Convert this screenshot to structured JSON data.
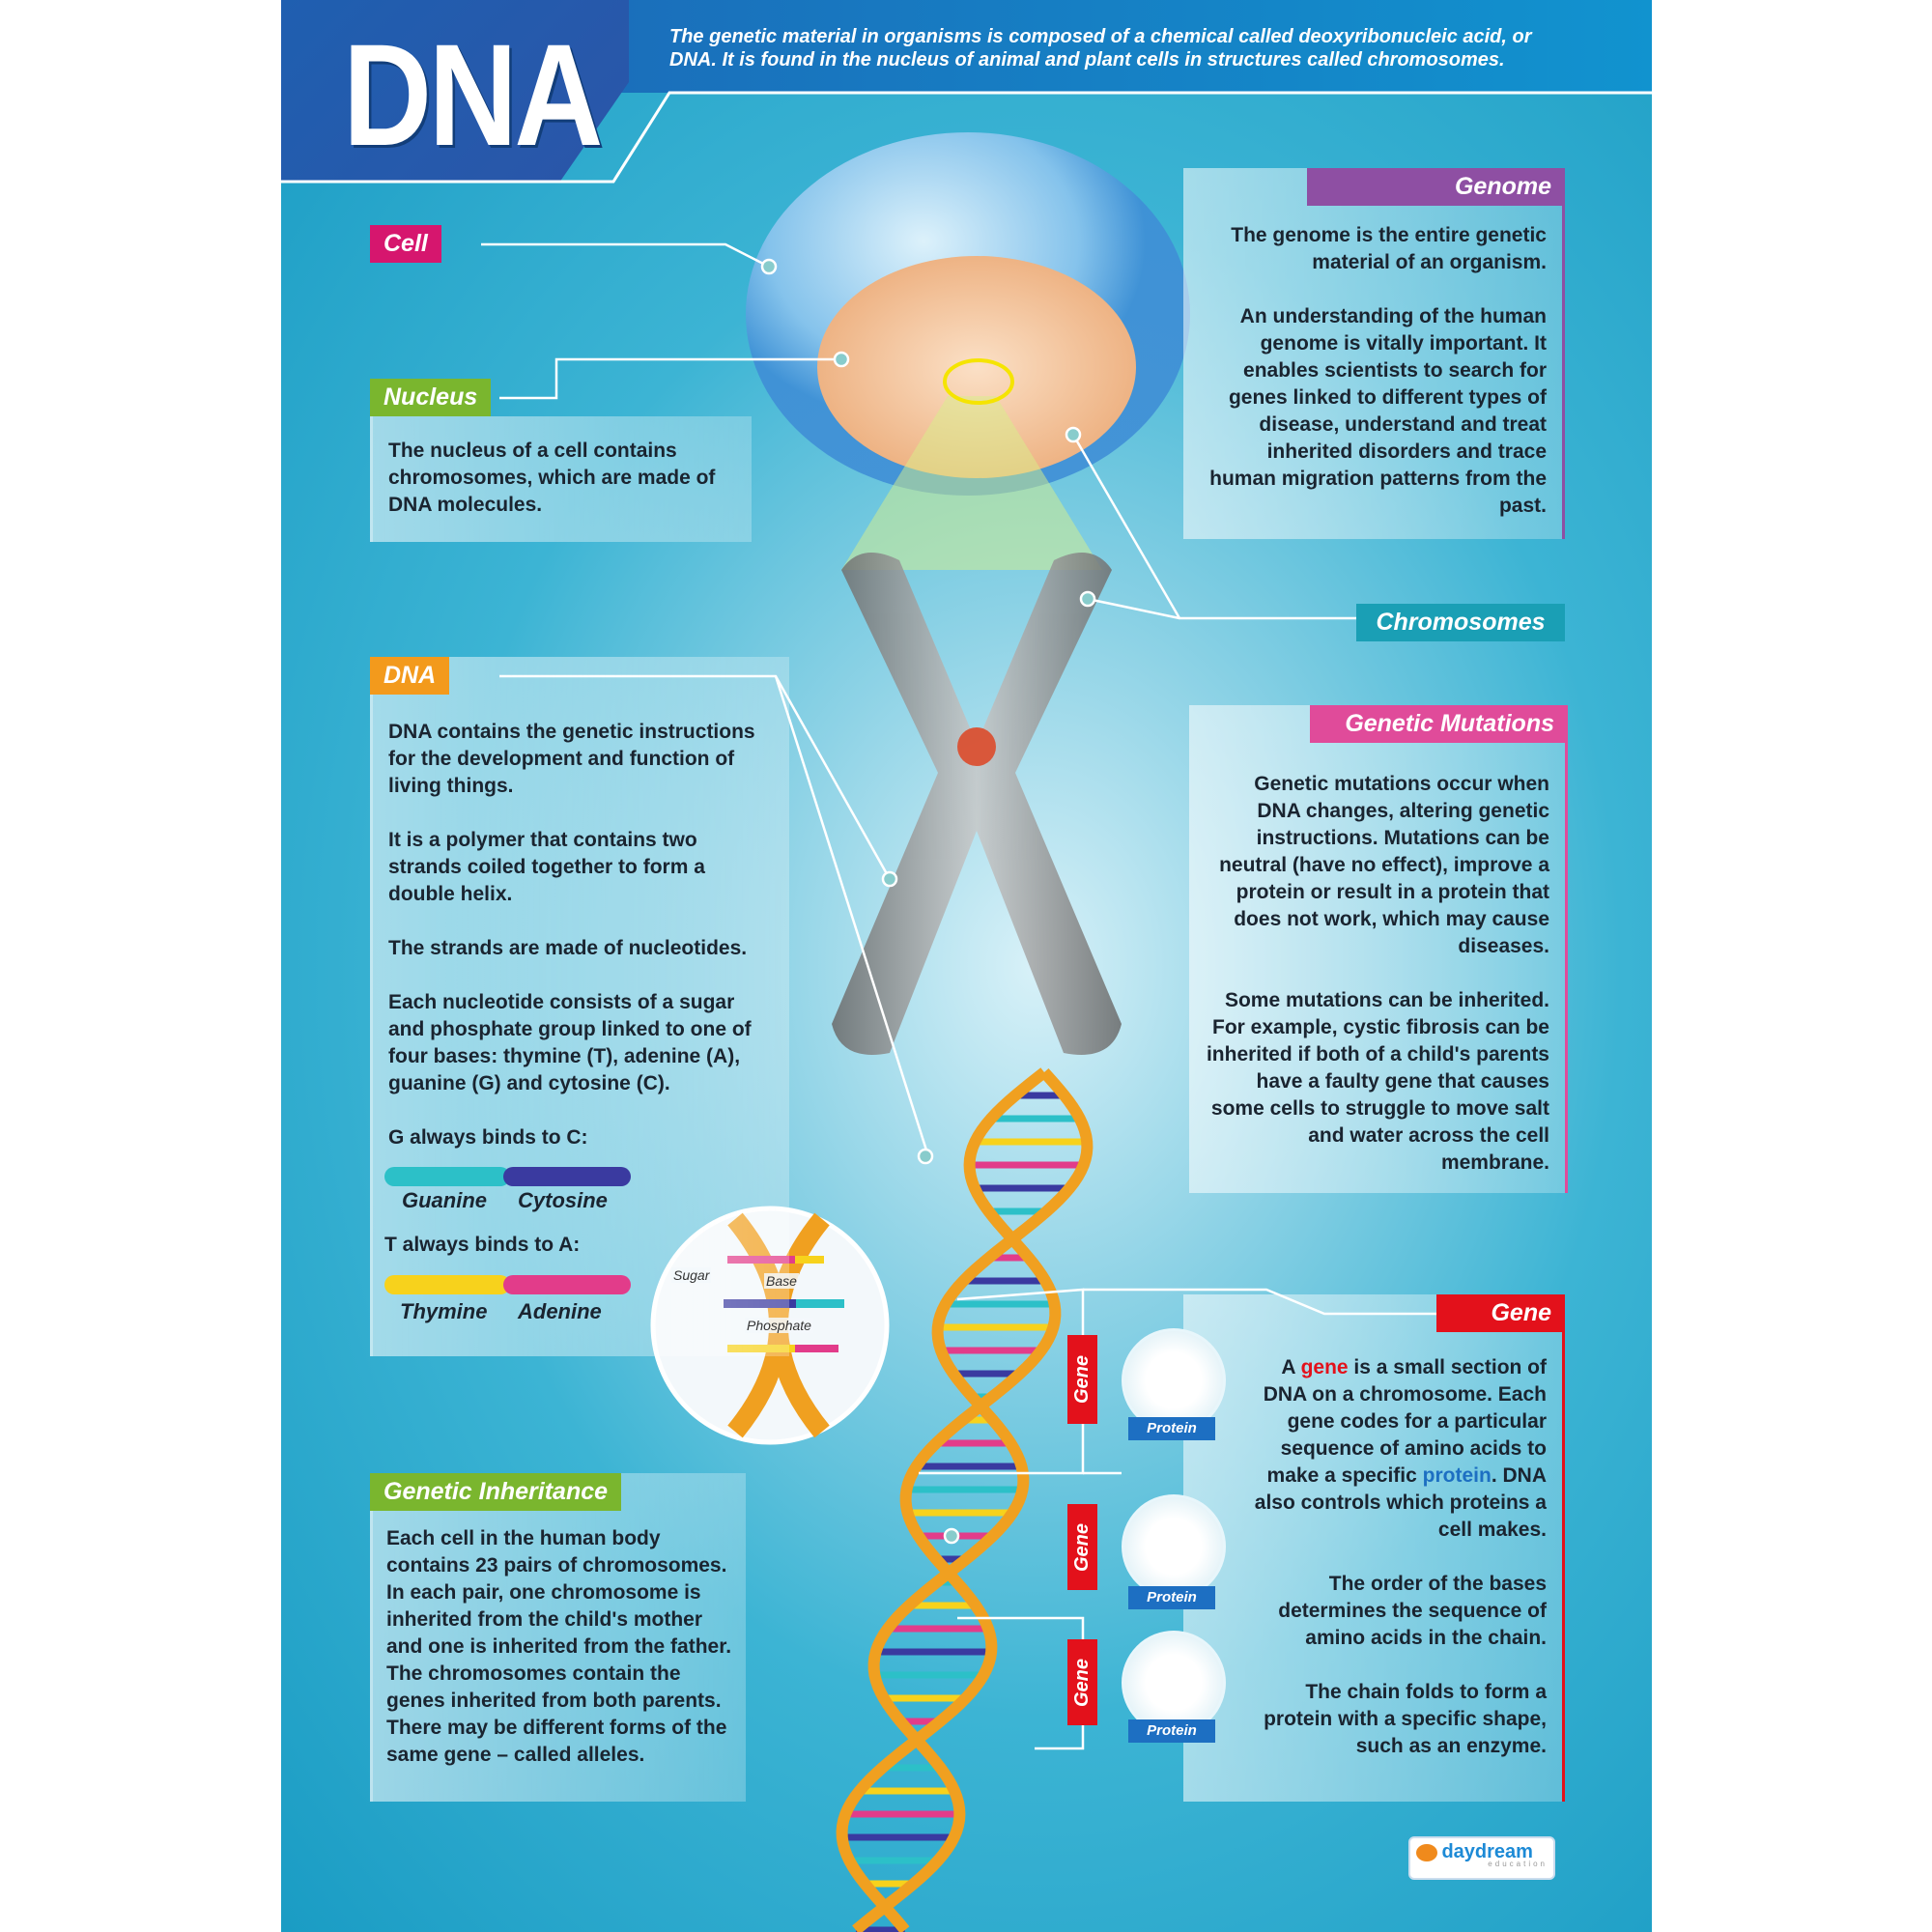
{
  "header": {
    "title": "DNA",
    "intro": "The genetic material in organisms is composed of a chemical called deoxyribonucleic acid, or DNA. It is found in the nucleus of animal and plant cells in structures called chromosomes."
  },
  "labels": {
    "cell": "Cell",
    "nucleus": "Nucleus",
    "genome": "Genome",
    "chromosomes": "Chromosomes",
    "dna": "DNA",
    "mutations": "Genetic Mutations",
    "gene": "Gene",
    "inheritance": "Genetic Inheritance"
  },
  "nucleus": {
    "text": "The nucleus of a cell contains chromosomes, which are made of DNA molecules."
  },
  "genome": {
    "p1": "The genome is the entire genetic material of an organism.",
    "p2": "An understanding of the human genome is vitally important. It enables scientists to search for genes linked to different types of disease, understand and treat inherited disorders and trace human migration patterns from the past."
  },
  "dna": {
    "p1": "DNA contains the genetic instructions for the development and function of living things.",
    "p2": "It is a polymer that contains two strands coiled together to form a double helix.",
    "p3": "The strands are made of nucleotides.",
    "p4": "Each nucleotide consists of a sugar and phosphate group linked to one of four bases: thymine (T), adenine (A), guanine (G) and cytosine (C).",
    "gc_title": "G always binds to C:",
    "guanine": "Guanine",
    "cytosine": "Cytosine",
    "ta_title": "T always binds to A:",
    "thymine": "Thymine",
    "adenine": "Adenine"
  },
  "inset": {
    "sugar": "Sugar",
    "base": "Base",
    "phosphate": "Phosphate"
  },
  "mutations": {
    "p1": "Genetic mutations occur when DNA changes, altering genetic instructions. Mutations can be neutral (have no effect), improve a protein or result in a protein that does not work, which may cause diseases.",
    "p2": "Some mutations can be inherited. For example, cystic fibrosis can be inherited if both of a child's parents have a faulty gene that causes some cells to struggle to move salt and water across the cell membrane."
  },
  "gene": {
    "a": "A ",
    "gene_word": "gene",
    "b": " is a small section of DNA on a chromosome. Each gene codes for a particular sequence of amino acids to make a specific ",
    "protein_word": "protein",
    "c": ". DNA also controls which proteins a cell makes.",
    "p2": "The order of the bases determines the sequence of amino acids in the chain.",
    "p3": "The chain folds to form a protein with a specific shape, such as an enzyme.",
    "tags": [
      "Gene",
      "Gene",
      "Gene"
    ],
    "protein_labels": [
      "Protein",
      "Protein",
      "Protein"
    ]
  },
  "inheritance": {
    "text": "Each cell in the human body contains 23 pairs of chromosomes. In each pair, one chromosome is inherited from the child's mother and one is inherited from the father. The chromosomes contain the genes inherited from both parents. There may be different forms of the same gene – called alleles."
  },
  "logo": {
    "name": "daydream",
    "sub": "education"
  },
  "colors": {
    "cell": "#d6166e",
    "nucleus": "#7ab62e",
    "genome": "#8e4fa3",
    "chromosomes": "#1a9fb5",
    "dna": "#f39a1c",
    "mutations": "#e04b9a",
    "gene": "#e3111b",
    "inheritance": "#7ab62e"
  }
}
